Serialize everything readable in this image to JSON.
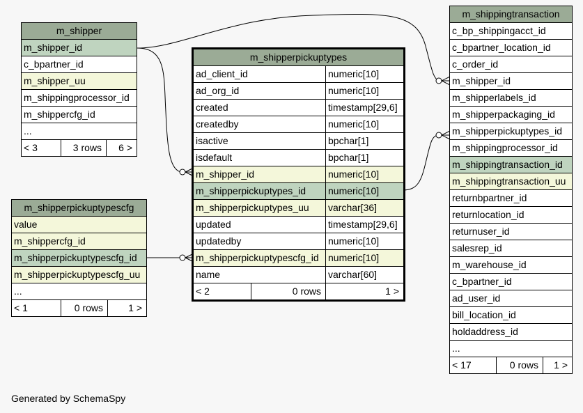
{
  "tables": {
    "m_shipper": {
      "title": "m_shipper",
      "rows": [
        {
          "name": "m_shipper_id",
          "kind": "pk"
        },
        {
          "name": "c_bpartner_id",
          "kind": ""
        },
        {
          "name": "m_shipper_uu",
          "kind": "fk"
        },
        {
          "name": "m_shippingprocessor_id",
          "kind": ""
        },
        {
          "name": "m_shippercfg_id",
          "kind": ""
        },
        {
          "name": "...",
          "kind": ""
        }
      ],
      "footer": {
        "left": "< 3",
        "mid": "3 rows",
        "right": "6 >"
      }
    },
    "m_shipperpickuptypescfg": {
      "title": "m_shipperpickuptypescfg",
      "rows": [
        {
          "name": "value",
          "kind": "fk"
        },
        {
          "name": "m_shippercfg_id",
          "kind": "fk"
        },
        {
          "name": "m_shipperpickuptypescfg_id",
          "kind": "pk"
        },
        {
          "name": "m_shipperpickuptypescfg_uu",
          "kind": "fk"
        },
        {
          "name": "...",
          "kind": ""
        }
      ],
      "footer": {
        "left": "< 1",
        "mid": "0 rows",
        "right": "1 >"
      }
    },
    "m_shipperpickuptypes": {
      "title": "m_shipperpickuptypes",
      "rows": [
        {
          "name": "ad_client_id",
          "type": "numeric[10]",
          "kind": ""
        },
        {
          "name": "ad_org_id",
          "type": "numeric[10]",
          "kind": ""
        },
        {
          "name": "created",
          "type": "timestamp[29,6]",
          "kind": ""
        },
        {
          "name": "createdby",
          "type": "numeric[10]",
          "kind": ""
        },
        {
          "name": "isactive",
          "type": "bpchar[1]",
          "kind": ""
        },
        {
          "name": "isdefault",
          "type": "bpchar[1]",
          "kind": ""
        },
        {
          "name": "m_shipper_id",
          "type": "numeric[10]",
          "kind": "fk"
        },
        {
          "name": "m_shipperpickuptypes_id",
          "type": "numeric[10]",
          "kind": "pk"
        },
        {
          "name": "m_shipperpickuptypes_uu",
          "type": "varchar[36]",
          "kind": "fk"
        },
        {
          "name": "updated",
          "type": "timestamp[29,6]",
          "kind": ""
        },
        {
          "name": "updatedby",
          "type": "numeric[10]",
          "kind": ""
        },
        {
          "name": "m_shipperpickuptypescfg_id",
          "type": "numeric[10]",
          "kind": "fk"
        },
        {
          "name": "name",
          "type": "varchar[60]",
          "kind": ""
        }
      ],
      "footer": {
        "left": "< 2",
        "mid": "0 rows",
        "right": "1 >"
      }
    },
    "m_shippingtransaction": {
      "title": "m_shippingtransaction",
      "rows": [
        {
          "name": "c_bp_shippingacct_id",
          "kind": ""
        },
        {
          "name": "c_bpartner_location_id",
          "kind": ""
        },
        {
          "name": "c_order_id",
          "kind": ""
        },
        {
          "name": "m_shipper_id",
          "kind": ""
        },
        {
          "name": "m_shipperlabels_id",
          "kind": ""
        },
        {
          "name": "m_shipperpackaging_id",
          "kind": ""
        },
        {
          "name": "m_shipperpickuptypes_id",
          "kind": ""
        },
        {
          "name": "m_shippingprocessor_id",
          "kind": ""
        },
        {
          "name": "m_shippingtransaction_id",
          "kind": "pk"
        },
        {
          "name": "m_shippingtransaction_uu",
          "kind": "fk"
        },
        {
          "name": "returnbpartner_id",
          "kind": ""
        },
        {
          "name": "returnlocation_id",
          "kind": ""
        },
        {
          "name": "returnuser_id",
          "kind": ""
        },
        {
          "name": "salesrep_id",
          "kind": ""
        },
        {
          "name": "m_warehouse_id",
          "kind": ""
        },
        {
          "name": "c_bpartner_id",
          "kind": ""
        },
        {
          "name": "ad_user_id",
          "kind": ""
        },
        {
          "name": "bill_location_id",
          "kind": ""
        },
        {
          "name": "holdaddress_id",
          "kind": ""
        },
        {
          "name": "...",
          "kind": ""
        }
      ],
      "footer": {
        "left": "< 17",
        "mid": "0 rows",
        "right": "1 >"
      }
    }
  },
  "caption": "Generated by SchemaSpy",
  "colors": {
    "header": "#9bab96",
    "primary_key": "#bfd4bf",
    "foreign_key": "#f4f7da"
  }
}
